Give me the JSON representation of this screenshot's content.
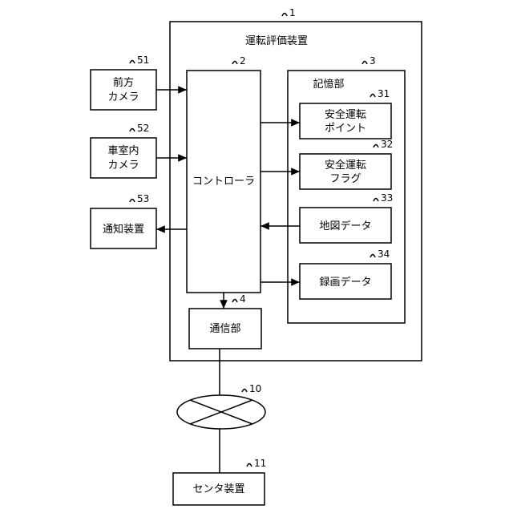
{
  "colors": {
    "line": "#000000",
    "background": "#ffffff"
  },
  "device": {
    "label": "運転評価装置",
    "ref": "1"
  },
  "controller": {
    "label": "コントローラ",
    "ref": "2"
  },
  "storage": {
    "label": "記憶部",
    "ref": "3"
  },
  "comm": {
    "label": "通信部",
    "ref": "4"
  },
  "network": {
    "ref": "10"
  },
  "center": {
    "label": "センタ装置",
    "ref": "11"
  },
  "front_camera": {
    "line1": "前方",
    "line2": "カメラ",
    "ref": "51"
  },
  "cabin_camera": {
    "line1": "車室内",
    "line2": "カメラ",
    "ref": "52"
  },
  "notify": {
    "label": "通知装置",
    "ref": "53"
  },
  "safe_points": {
    "line1": "安全運転",
    "line2": "ポイント",
    "ref": "31"
  },
  "safe_flag": {
    "line1": "安全運転",
    "line2": "フラグ",
    "ref": "32"
  },
  "map_data": {
    "label": "地図データ",
    "ref": "33"
  },
  "rec_data": {
    "label": "録画データ",
    "ref": "34"
  }
}
